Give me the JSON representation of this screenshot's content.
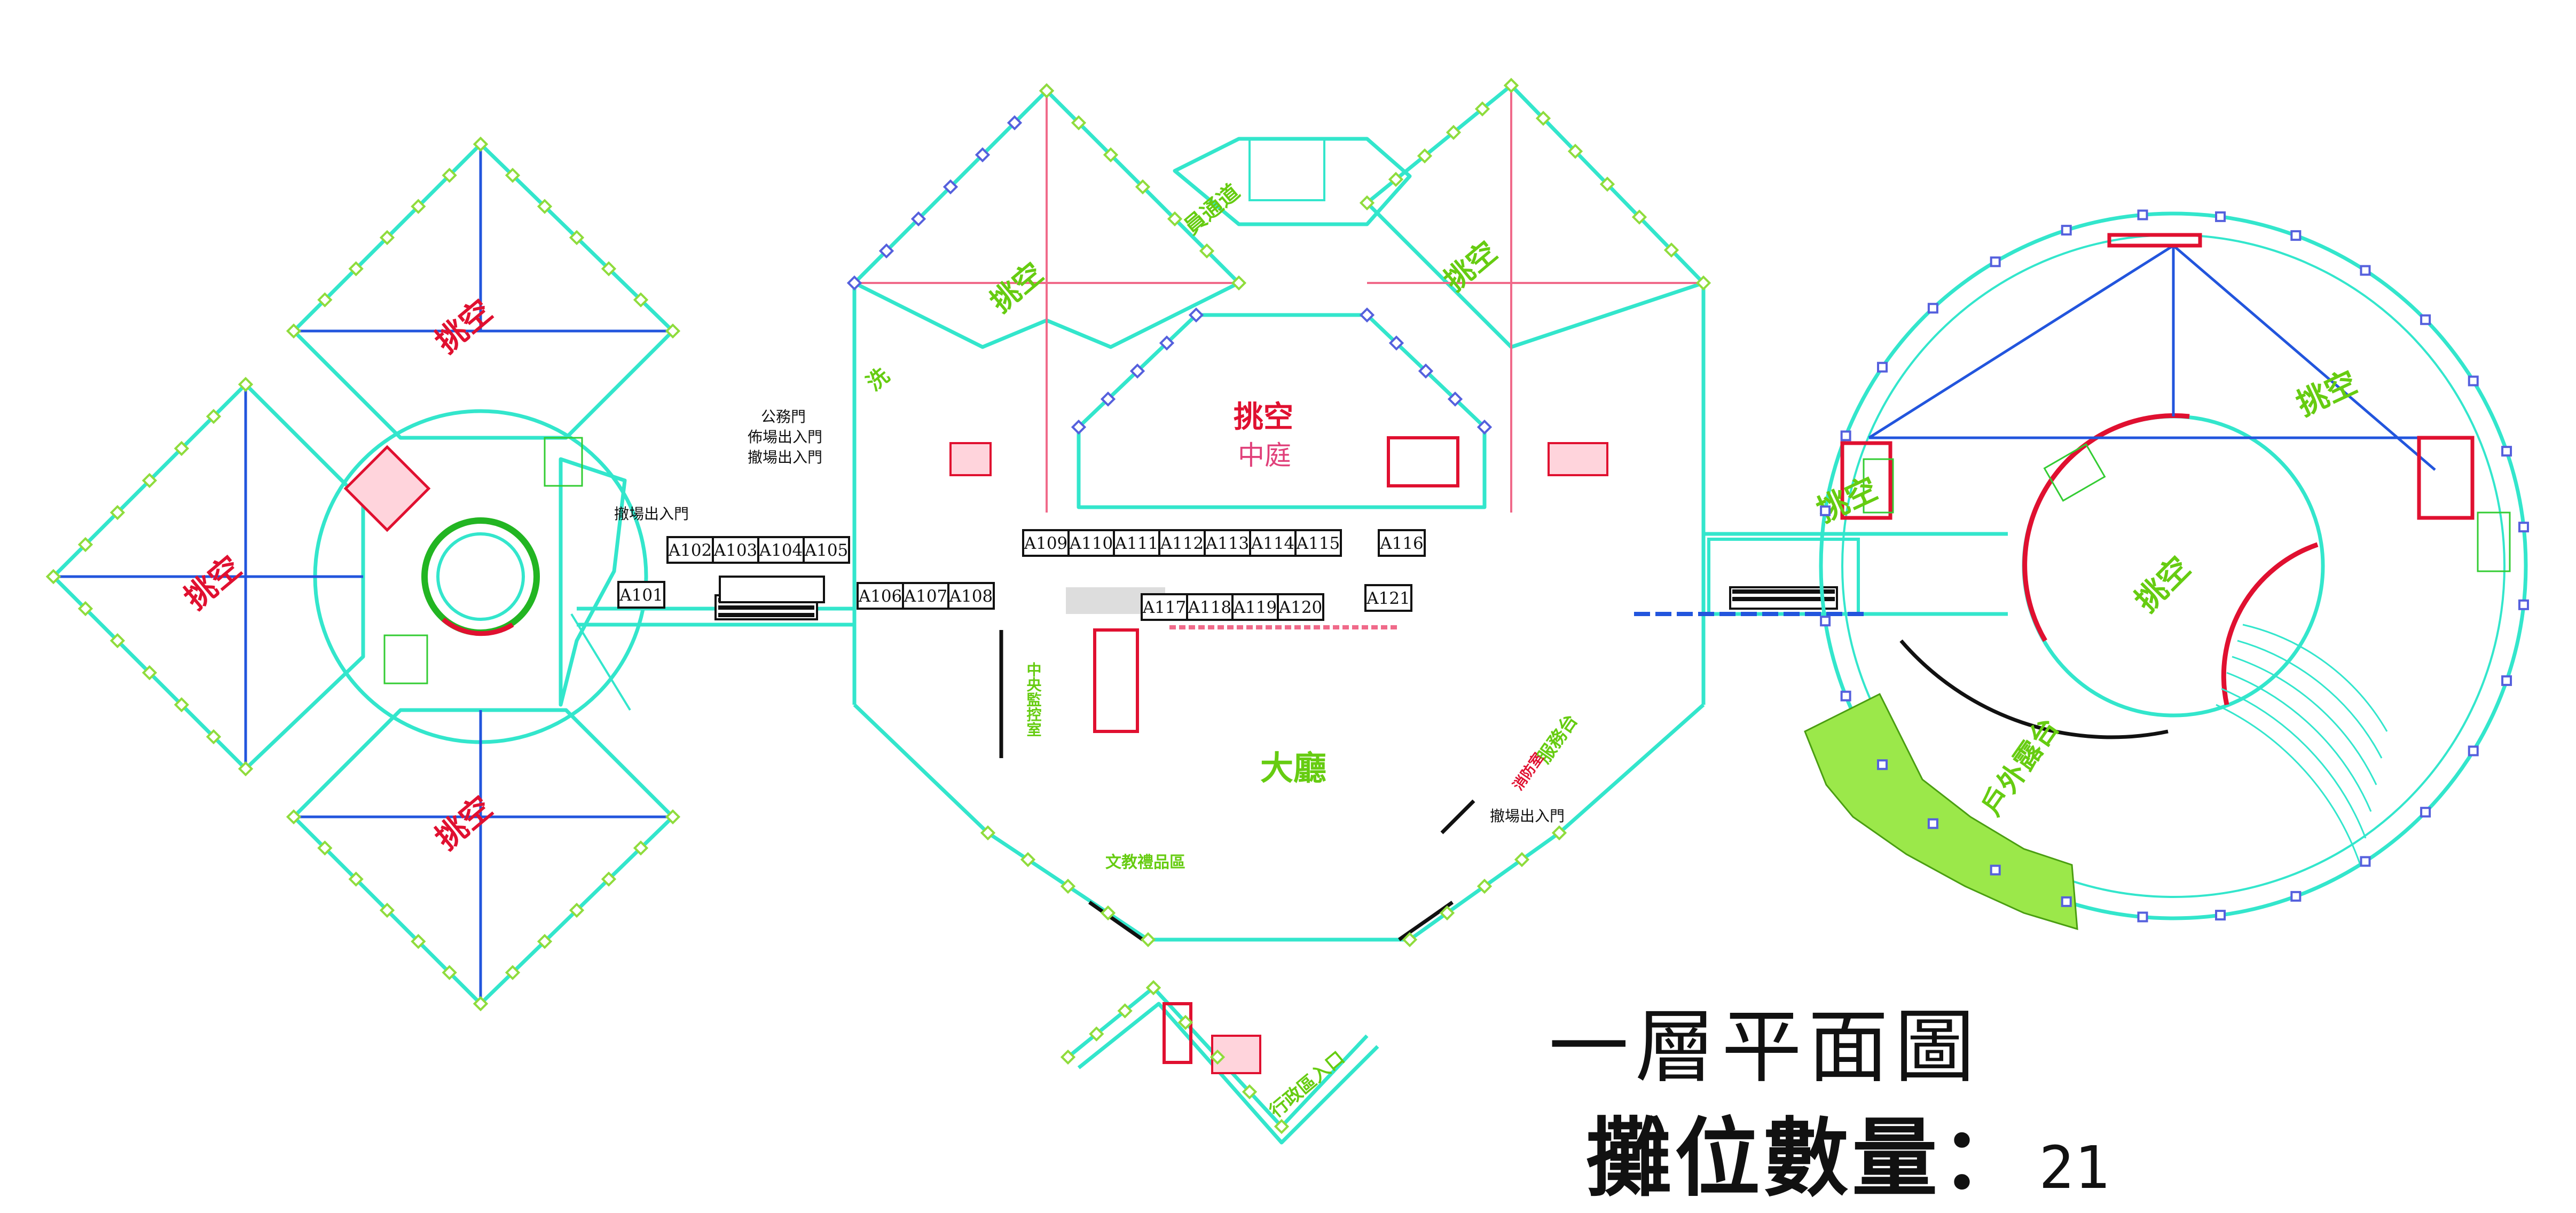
{
  "plan": {
    "title": "一層平面圖",
    "booth_count_label": "攤位數量：",
    "booth_count_value": "21"
  },
  "areas": {
    "void_label": "挑空",
    "courtyard_label": "中庭",
    "hall_label": "大廳",
    "outdoor_stage_label": "戶外露台",
    "souvenir_area_label": "文教禮品區",
    "central_control_label": "中央監控室",
    "admin_entrance_label": "行政區入口",
    "service_label": "服務台",
    "side_room_label": "消防室",
    "corridor_label": "員通道",
    "restroom_label": "洗"
  },
  "doors": {
    "public_door": "公務門",
    "setup_door": "佈場出入門",
    "teardown_door": "撤場出入門",
    "teardown_door_left": "撤場出入門",
    "teardown_door_right": "撤場出入門"
  },
  "booths": {
    "row_left_top": [
      "A102",
      "A103",
      "A104",
      "A105"
    ],
    "single_left": "A101",
    "row_left_bottom": [
      "A106",
      "A107",
      "A108"
    ],
    "row_center_top": [
      "A109",
      "A110",
      "A111",
      "A112",
      "A113",
      "A114",
      "A115"
    ],
    "single_right_top": "A116",
    "row_center_bottom": [
      "A117",
      "A118",
      "A119",
      "A120"
    ],
    "single_right_bottom": "A121"
  },
  "colors": {
    "wall": "#33e6cc",
    "diagonal": "#2255dd",
    "accent_red": "#e01030",
    "accent_green": "#66cc11",
    "pink": "#e0407a"
  }
}
